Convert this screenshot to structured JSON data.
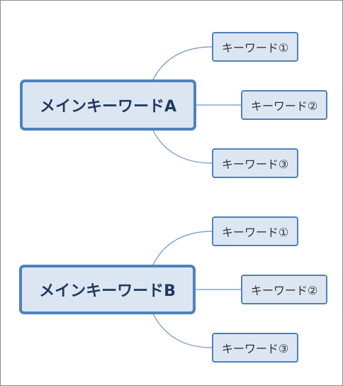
{
  "maps": [
    {
      "main": "メインキーワードA",
      "subs": [
        "キーワード①",
        "キーワード②",
        "キーワード③"
      ]
    },
    {
      "main": "メインキーワードB",
      "subs": [
        "キーワード①",
        "キーワード②",
        "キーワード③"
      ]
    }
  ],
  "colors": {
    "node_fill": "#dce6f2",
    "node_border": "#4f81bd",
    "connector": "#6d93c6",
    "main_text": "#1f3a5f"
  }
}
